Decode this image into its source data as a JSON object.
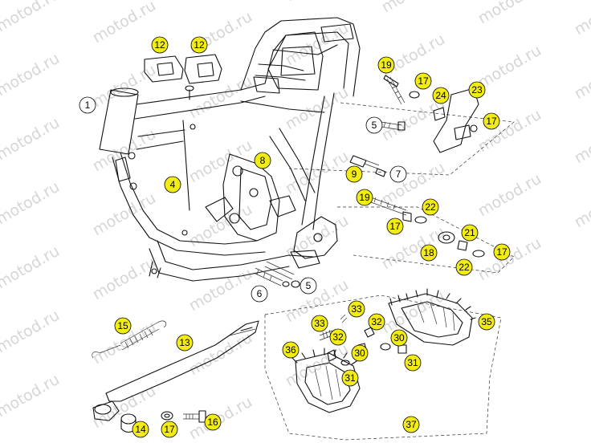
{
  "watermark": {
    "text": "motod.ru"
  },
  "colors": {
    "plain_callout": "#ffffff",
    "highlight_callout": "#f2ec14",
    "line": "#111111",
    "watermark": "#d6d6d6"
  },
  "callouts": [
    {
      "label": "1",
      "highlight": false
    },
    {
      "label": "12",
      "highlight": true
    },
    {
      "label": "12",
      "highlight": true
    },
    {
      "label": "4",
      "highlight": true
    },
    {
      "label": "8",
      "highlight": true
    },
    {
      "label": "19",
      "highlight": true
    },
    {
      "label": "17",
      "highlight": true
    },
    {
      "label": "24",
      "highlight": true
    },
    {
      "label": "23",
      "highlight": true
    },
    {
      "label": "5",
      "highlight": false
    },
    {
      "label": "17",
      "highlight": true
    },
    {
      "label": "9",
      "highlight": true
    },
    {
      "label": "7",
      "highlight": false
    },
    {
      "label": "19",
      "highlight": true
    },
    {
      "label": "22",
      "highlight": true
    },
    {
      "label": "17",
      "highlight": true
    },
    {
      "label": "21",
      "highlight": true
    },
    {
      "label": "18",
      "highlight": true
    },
    {
      "label": "22",
      "highlight": true
    },
    {
      "label": "17",
      "highlight": true
    },
    {
      "label": "6",
      "highlight": false
    },
    {
      "label": "5",
      "highlight": false
    },
    {
      "label": "33",
      "highlight": true
    },
    {
      "label": "35",
      "highlight": true
    },
    {
      "label": "33",
      "highlight": true
    },
    {
      "label": "32",
      "highlight": true
    },
    {
      "label": "32",
      "highlight": true
    },
    {
      "label": "30",
      "highlight": true
    },
    {
      "label": "36",
      "highlight": true
    },
    {
      "label": "30",
      "highlight": true
    },
    {
      "label": "31",
      "highlight": true
    },
    {
      "label": "31",
      "highlight": true
    },
    {
      "label": "15",
      "highlight": true
    },
    {
      "label": "13",
      "highlight": true
    },
    {
      "label": "14",
      "highlight": true
    },
    {
      "label": "17",
      "highlight": true
    },
    {
      "label": "16",
      "highlight": true
    },
    {
      "label": "37",
      "highlight": true
    }
  ]
}
